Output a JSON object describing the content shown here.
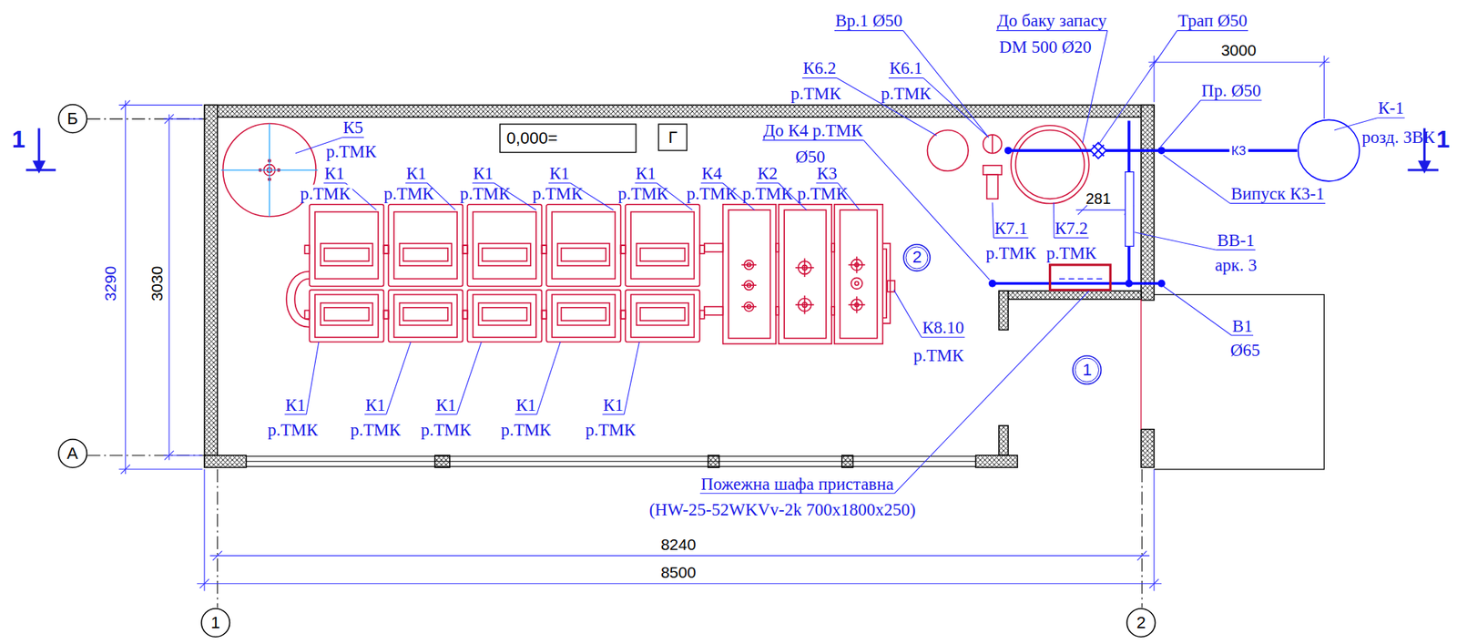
{
  "diagram": {
    "nodes": [
      {
        "text": [
          "Б"
        ]
      },
      {
        "text": [
          "0,000="
        ]
      },
      {
        "text": [
          "Г"
        ]
      },
      {
        "text": [
          "2"
        ]
      },
      {
        "text": [
          "1"
        ]
      },
      {
        "text": [
          "А"
        ]
      },
      {
        "text": [
          "1"
        ]
      },
      {
        "text": [
          "2"
        ]
      }
    ],
    "labels": [
      "Вр.1 Ø50",
      "До баку запасу",
      "Трап Ø50",
      "DM 500 Ø20",
      "3000",
      "К6.2",
      "К6.1",
      "Пр. Ø50",
      "р.ТМК",
      "р.ТМК",
      "К-1",
      "До К4 р.ТМК",
      "К5",
      "розд. ЗВК",
      "1",
      "1",
      "р.ТМК",
      "Ø50",
      "К3",
      "К1",
      "К1",
      "К1",
      "К1",
      "К1",
      "К4",
      "К2",
      "К3",
      "р.ТМК",
      "р.ТМК",
      "р.ТМК",
      "р.ТМК",
      "р.ТМК",
      "р.ТМК",
      "р.ТМК",
      "р.ТМК",
      "Випуск К3-1",
      "281",
      "К7.1",
      "К7.2",
      "ВВ-1",
      "р.ТМК",
      "р.ТМК",
      "арк. 3",
      "3290",
      "3030",
      "В1",
      "К8.10",
      "Ø65",
      "р.ТМК",
      "К1",
      "К1",
      "К1",
      "К1",
      "К1",
      "р.ТМК",
      "р.ТМК",
      "р.ТМК",
      "р.ТМК",
      "р.ТМК",
      "Пожежна шафа приставна",
      "(HW-25-52WKVv-2k 700x1800x250)",
      "8240",
      "8500"
    ]
  }
}
